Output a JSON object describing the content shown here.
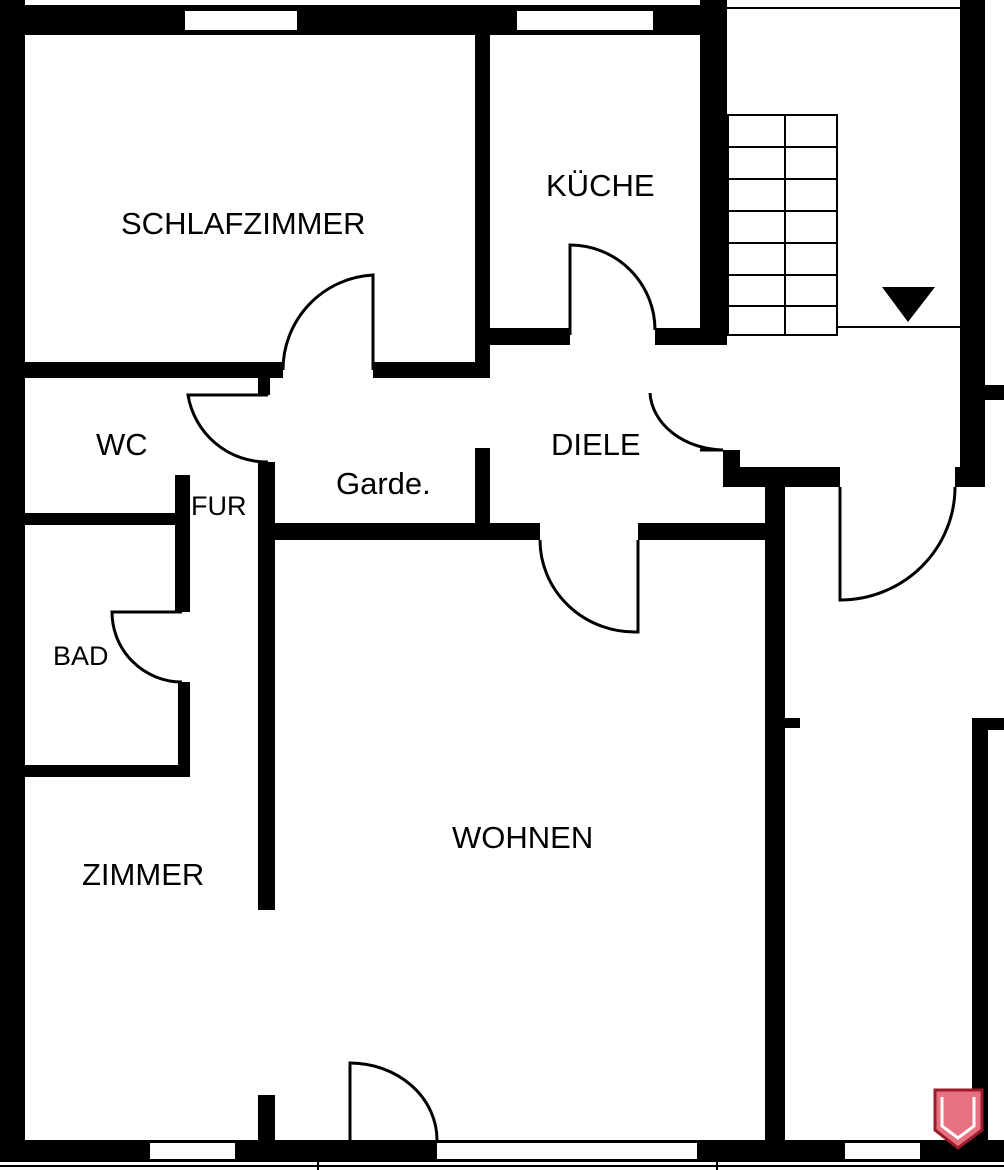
{
  "rooms": {
    "schlafzimmer": "SCHLAFZIMMER",
    "kueche": "KÜCHE",
    "wc": "WC",
    "diele": "DIELE",
    "garderobe": "Garde.",
    "flur": "FUR",
    "bad": "BAD",
    "wohnen": "WOHNEN",
    "zimmer": "ZIMMER"
  },
  "colors": {
    "wall": "#000000",
    "logo": "#e8717f",
    "logo_border": "#9b1c2a"
  },
  "icons": {
    "stairs_direction": "down-triangle-icon",
    "logo": "shield-logo-icon"
  }
}
